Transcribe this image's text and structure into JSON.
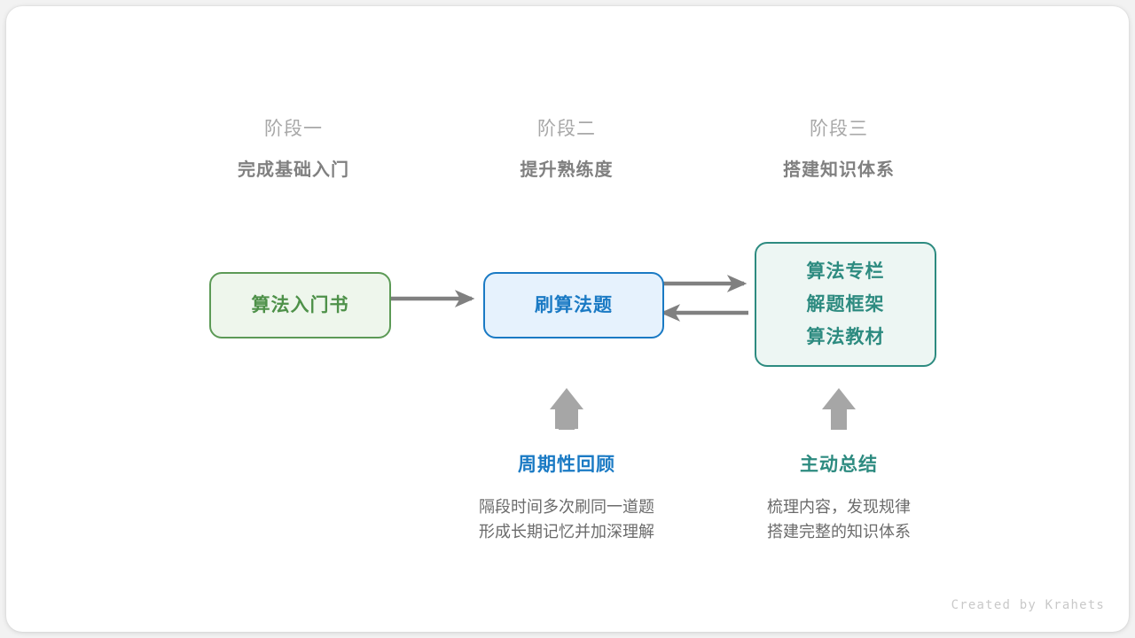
{
  "stages": [
    {
      "number": "阶段一",
      "title": "完成基础入门"
    },
    {
      "number": "阶段二",
      "title": "提升熟练度"
    },
    {
      "number": "阶段三",
      "title": "搭建知识体系"
    }
  ],
  "nodes": {
    "book": {
      "lines": [
        "算法入门书"
      ],
      "border_color": "#5c9a56",
      "fill_color": "#eef6ec",
      "text_color": "#4e9149"
    },
    "practice": {
      "lines": [
        "刷算法题"
      ],
      "border_color": "#1a7ac4",
      "fill_color": "#e6f2fd",
      "text_color": "#1a7ac4"
    },
    "resources": {
      "lines": [
        "算法专栏",
        "解题框架",
        "算法教材"
      ],
      "border_color": "#2d8b80",
      "fill_color": "#edf6f3",
      "text_color": "#2d8b80"
    }
  },
  "notes": [
    {
      "title": "周期性回顾",
      "color": "#1a7ac4",
      "desc_lines": [
        "隔段时间多次刷同一道题",
        "形成长期记忆并加深理解"
      ]
    },
    {
      "title": "主动总结",
      "color": "#2d8b80",
      "desc_lines": [
        "梳理内容，发现规律",
        "搭建完整的知识体系"
      ]
    }
  ],
  "arrows": {
    "color": "#808080",
    "up_arrow_color": "#a6a6a6",
    "names": [
      "book-to-practice",
      "practice-to-resources",
      "resources-to-practice",
      "review-up-arrow",
      "summary-up-arrow"
    ]
  },
  "credit": "Created by Krahets"
}
